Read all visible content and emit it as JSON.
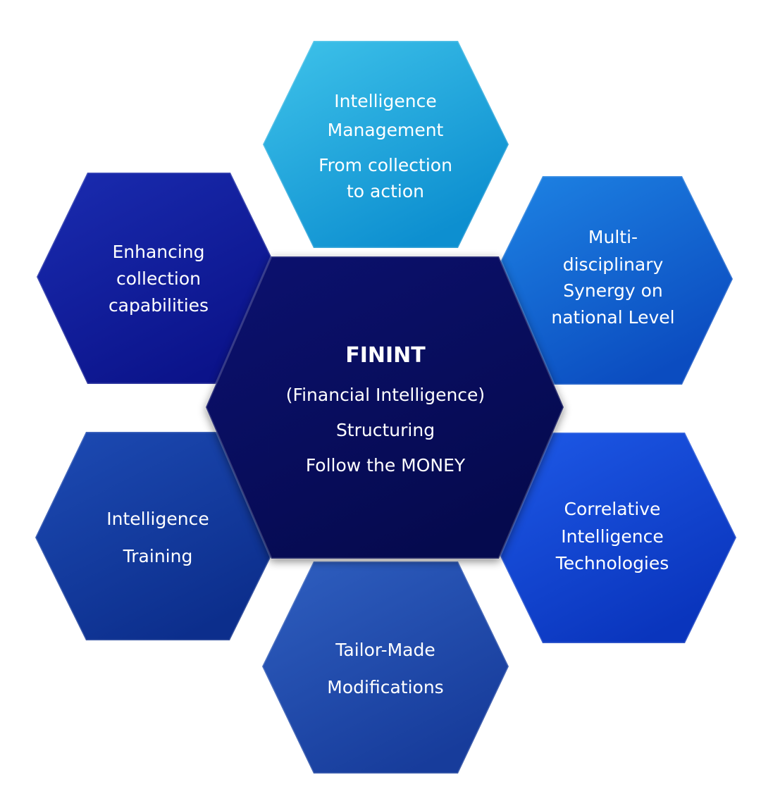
{
  "hexagons": [
    {
      "id": "top",
      "lines": [
        "Intelligence",
        "Management",
        "From collection",
        "to action"
      ],
      "colors": [
        "#3fc3ea",
        "#0d8fd0"
      ]
    },
    {
      "id": "top-left",
      "lines": [
        "Enhancing",
        "collection",
        "capabilities"
      ],
      "colors": [
        "#1a2cb0",
        "#0b138a"
      ]
    },
    {
      "id": "top-right",
      "lines": [
        "Multi-",
        "disciplinary",
        "Synergy on",
        "national Level"
      ],
      "colors": [
        "#1e84e4",
        "#0b4cc0"
      ]
    },
    {
      "id": "center",
      "title": "FININT",
      "lines": [
        "(Financial Intelligence)",
        "Structuring",
        "Follow the MONEY"
      ],
      "colors": [
        "#0c1170",
        "#050a4e"
      ]
    },
    {
      "id": "bottom-left",
      "lines": [
        "Intelligence",
        "Training"
      ],
      "colors": [
        "#1d4bb4",
        "#0c2e8c"
      ]
    },
    {
      "id": "bottom-right",
      "lines": [
        "Correlative",
        "Intelligence",
        "Technologies"
      ],
      "colors": [
        "#1e5ae8",
        "#0a35bd"
      ]
    },
    {
      "id": "bottom",
      "lines": [
        "Tailor-Made",
        "Modifications"
      ],
      "colors": [
        "#2f5fc0",
        "#173c9b"
      ]
    }
  ]
}
